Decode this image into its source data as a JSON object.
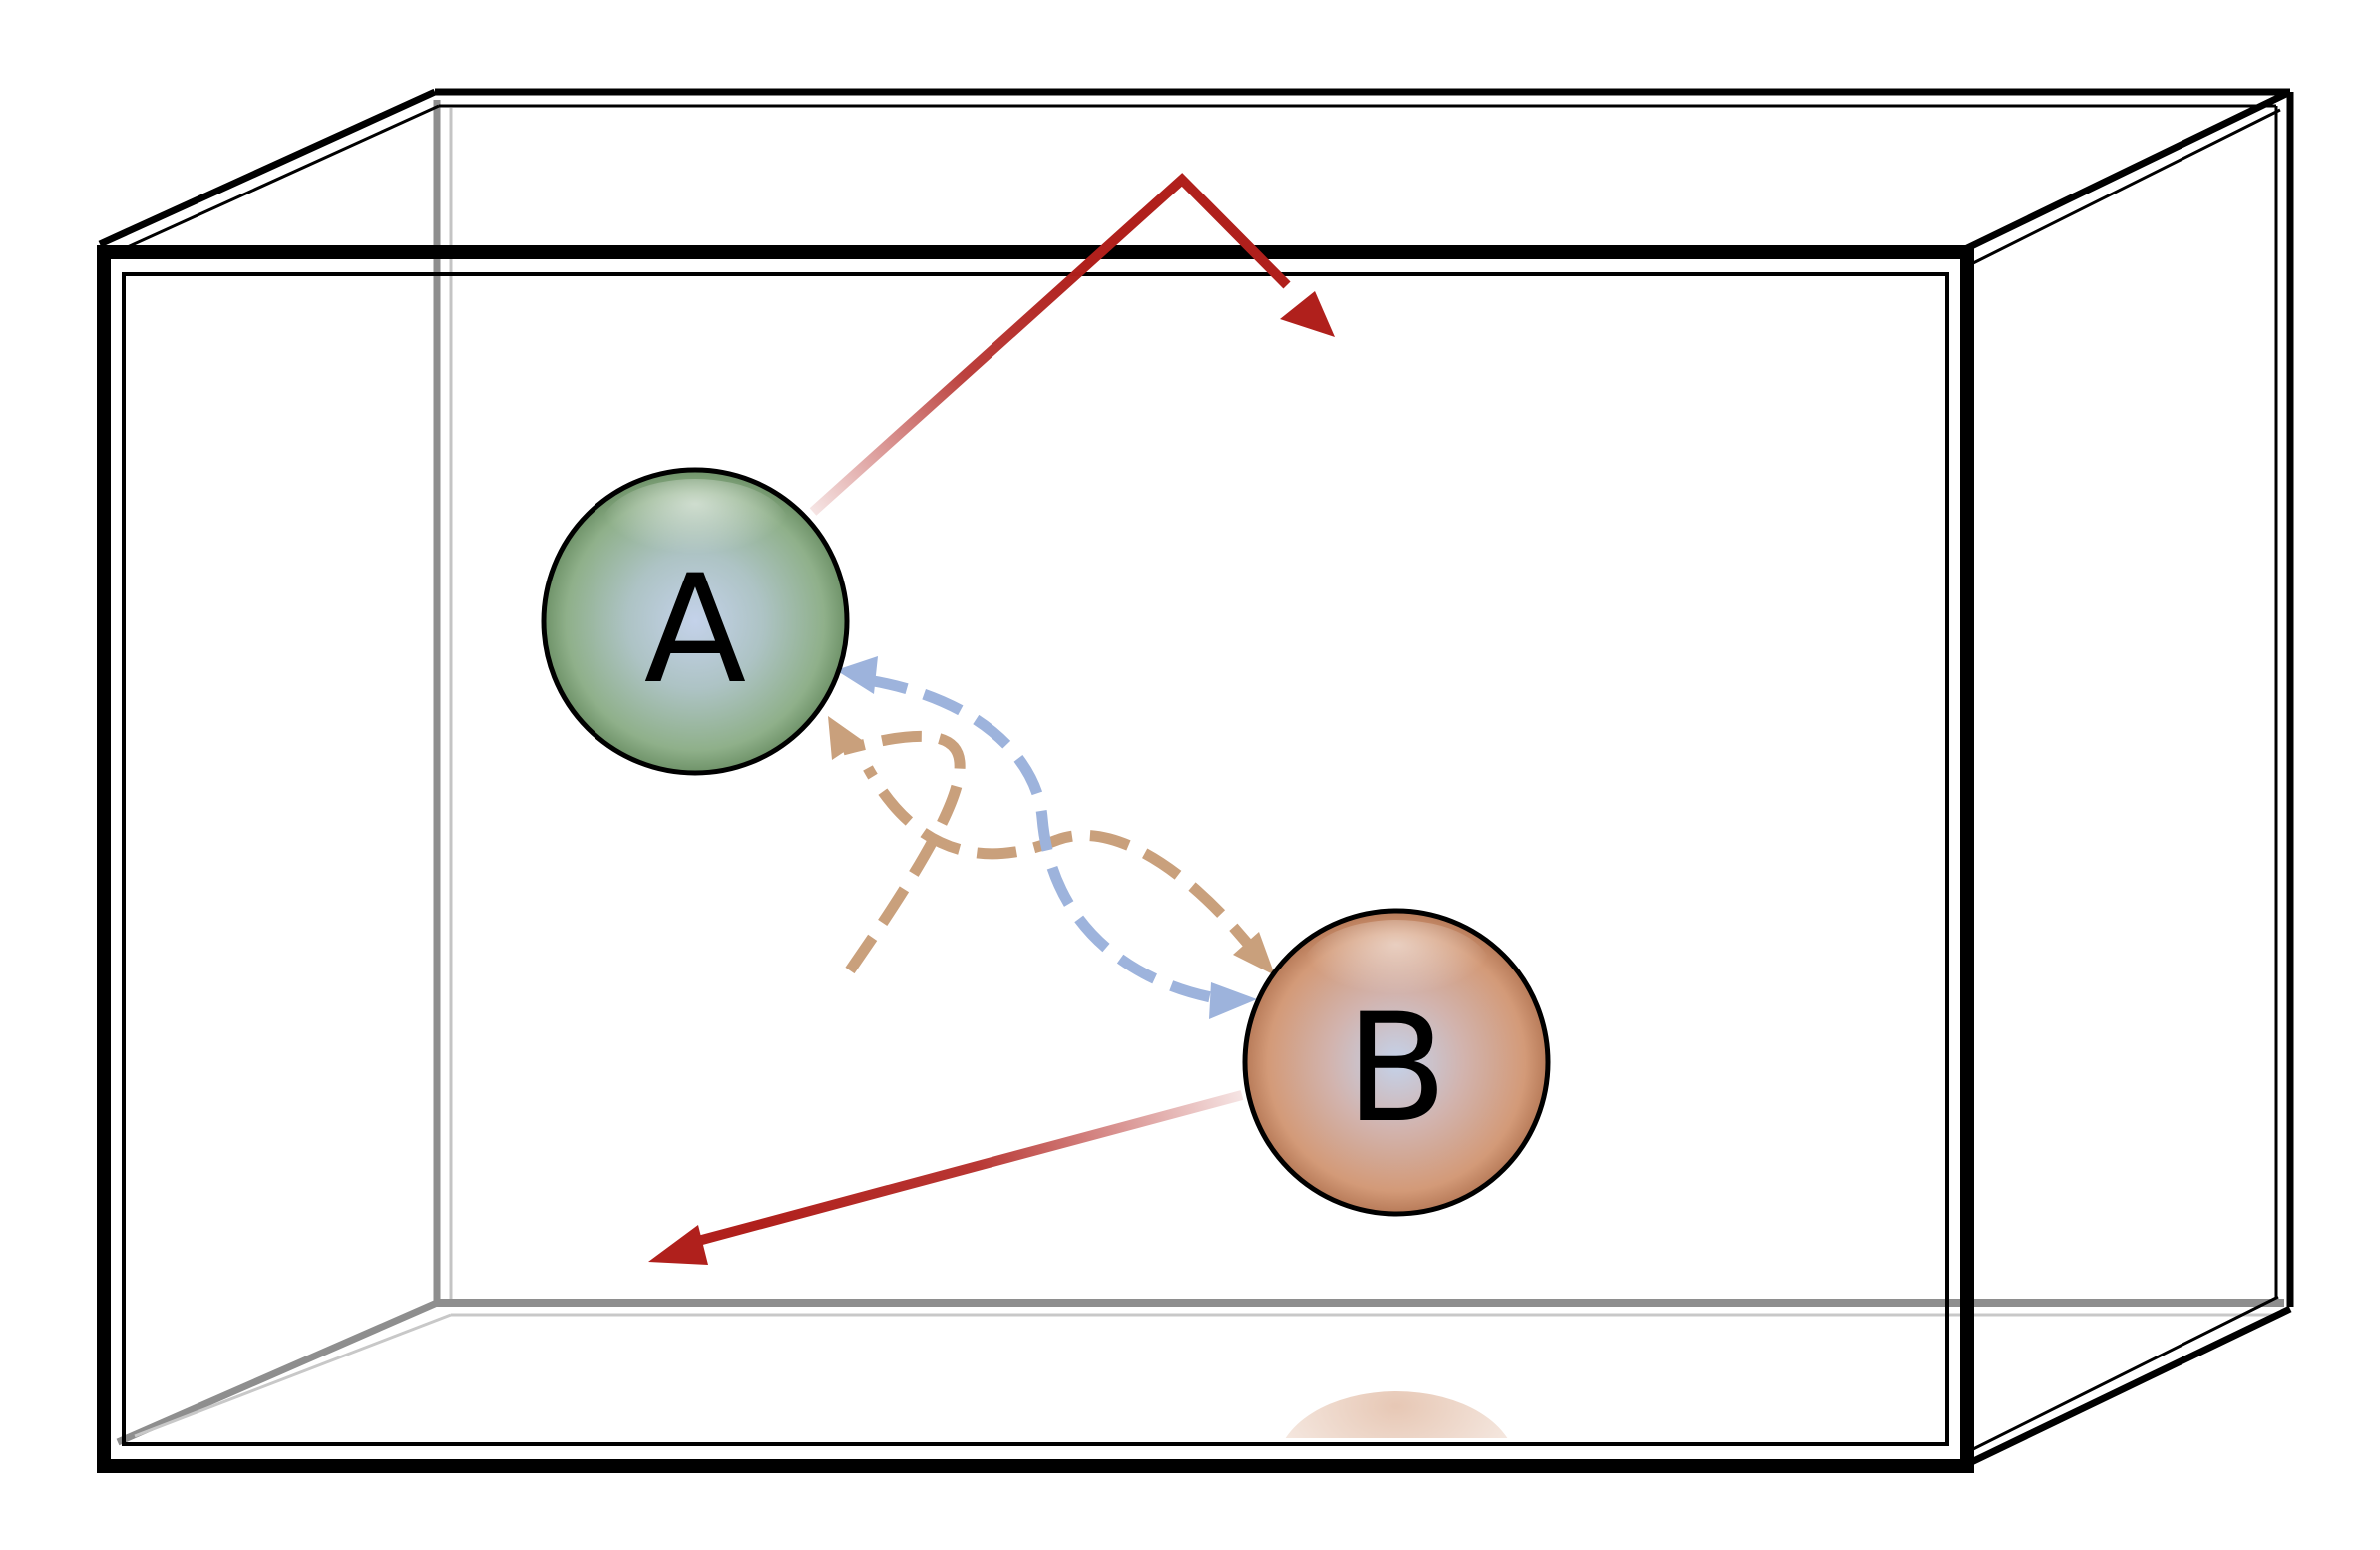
{
  "diagram": {
    "particles": [
      {
        "id": "A",
        "label": "A",
        "color": "#8fb08a"
      },
      {
        "id": "B",
        "label": "B",
        "color": "#d39a78"
      }
    ],
    "colors": {
      "box_edge": "#000000",
      "back_edge": "#9a9a9a",
      "trajectory": "#b0201c",
      "interaction_a_to_b": "#9db3dc",
      "interaction_b_to_a": "#c9a07c",
      "particle_core": "#c4d2ea"
    }
  }
}
